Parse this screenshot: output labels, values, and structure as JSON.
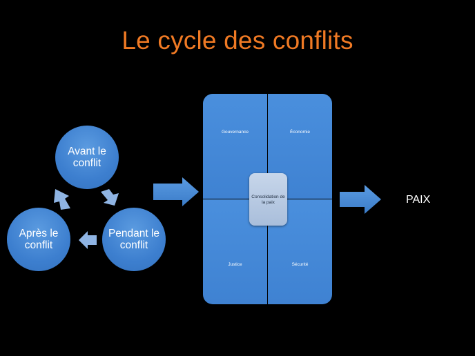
{
  "title": "Le cycle des conflits",
  "cycle": {
    "before": "Avant le conflit",
    "during": "Pendant le conflit",
    "after": "Après le conflit"
  },
  "matrix": {
    "top_left": "Gouvernance",
    "top_right": "Économie",
    "bottom_left": "Justice",
    "bottom_right": "Sécurité",
    "center": "Consolidation de la paix"
  },
  "result": "PAIX",
  "colors": {
    "title": "#f07a24",
    "shape_blue": "#3f82d2",
    "center_box": "#b6c8e2",
    "background": "#000000"
  },
  "icons": [
    "arrow-right-icon",
    "chevron-arrow-icon"
  ]
}
